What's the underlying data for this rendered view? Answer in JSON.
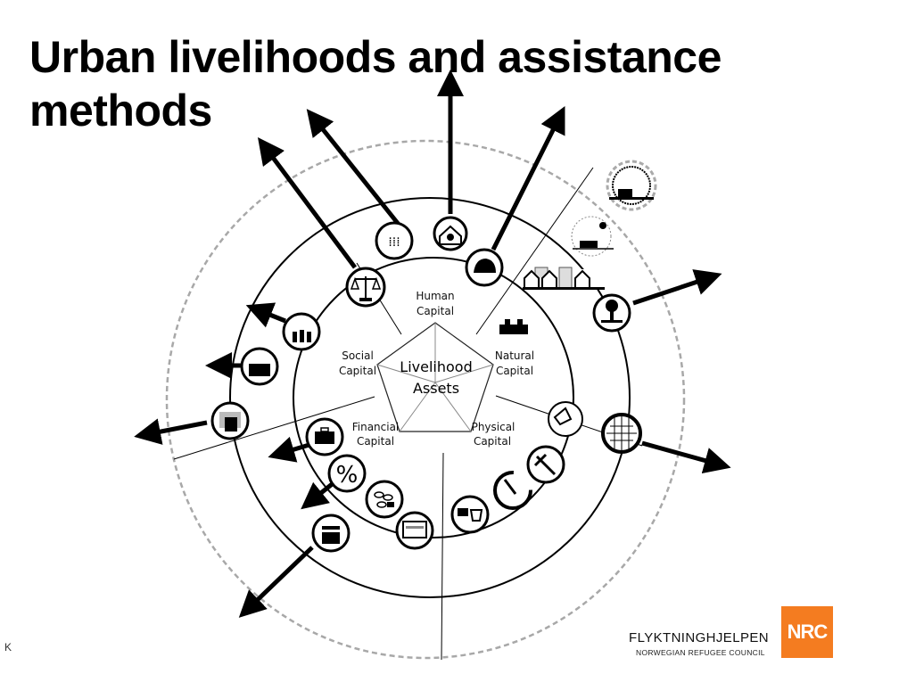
{
  "slide": {
    "title_line1": "Urban livelihoods and assistance",
    "title_line2": "methods",
    "marker": "K"
  },
  "diagram": {
    "center_label_line1": "Livelihood",
    "center_label_line2": "Assets",
    "capitals": [
      {
        "line1": "Human",
        "line2": "Capital"
      },
      {
        "line1": "Natural",
        "line2": "Capital"
      },
      {
        "line1": "Physical",
        "line2": "Capital"
      },
      {
        "line1": "Financial",
        "line2": "Capital"
      },
      {
        "line1": "Social",
        "line2": "Capital"
      }
    ],
    "percent_symbol": "%",
    "icons": [
      "crowd-icon",
      "house-info-icon",
      "hard-hat-icon",
      "scales-icon",
      "people-group-icon",
      "community-icon",
      "community-crowd-icon",
      "briefcase-icon",
      "percent-icon",
      "coins-icon",
      "atm-card-icon",
      "market-stall-icon",
      "bills-bucket-icon",
      "timer-icon",
      "tools-icon",
      "trowel-icon",
      "grid-icon",
      "tree-icon",
      "houses-icon",
      "city-icon",
      "city-large-icon",
      "factory-icon"
    ],
    "colors": {
      "line": "#000000",
      "dashed": "#a8a8a8",
      "spoke": "#555555"
    }
  },
  "logo": {
    "name": "FLYKTNINGHJELPEN",
    "subtitle": "NORWEGIAN REFUGEE COUNCIL",
    "abbr": "NRC",
    "color": "#f47c20"
  }
}
